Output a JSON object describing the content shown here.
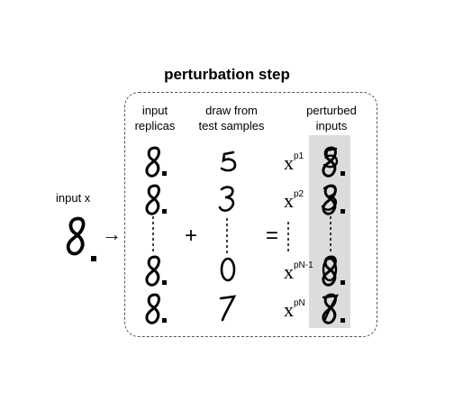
{
  "title": "perturbation step",
  "headers": {
    "input_replicas": [
      "input",
      "replicas"
    ],
    "draw_from": [
      "draw from",
      "test samples"
    ],
    "perturbed_inputs": [
      "perturbed",
      "inputs"
    ]
  },
  "input_label": "input  x",
  "plus": "+",
  "equals": "=",
  "arrow": "→",
  "x_symbol": "x",
  "superscripts": [
    "p1",
    "p2",
    "pN-1",
    "pN"
  ],
  "sample_digits": [
    "5",
    "3",
    "0",
    "7"
  ],
  "input_digit": "8"
}
